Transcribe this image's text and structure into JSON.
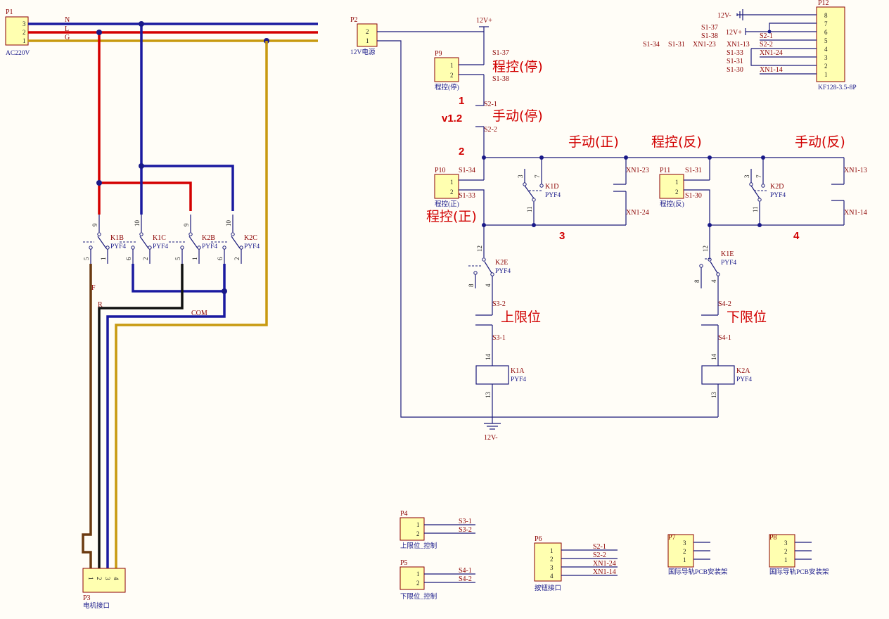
{
  "ac": {
    "p1": {
      "designator": "P1",
      "name": "AC220V",
      "pins": [
        "3",
        "2",
        "1"
      ]
    },
    "lines": {
      "n": "N",
      "l": "L",
      "g": "G"
    },
    "colors": {
      "n": "#1a1aa0",
      "l": "#d40000",
      "g": "#c89a10",
      "brown": "#6b3a10",
      "black": "#111111"
    },
    "relays": [
      {
        "name": "K1B",
        "type": "PYF4",
        "pins": [
          "9",
          "5",
          "1"
        ]
      },
      {
        "name": "K1C",
        "type": "PYF4",
        "pins": [
          "10",
          "6",
          "2"
        ]
      },
      {
        "name": "K2B",
        "type": "PYF4",
        "pins": [
          "9",
          "5",
          "1"
        ]
      },
      {
        "name": "K2C",
        "type": "PYF4",
        "pins": [
          "10",
          "6",
          "2"
        ]
      }
    ],
    "labels": {
      "f": "F",
      "r": "R",
      "com": "COM"
    },
    "p3": {
      "designator": "P3",
      "name": "电机接口",
      "pins": [
        "1",
        "2",
        "3",
        "4"
      ]
    }
  },
  "dc": {
    "p2": {
      "designator": "P2",
      "name": "12V电源",
      "pins": [
        "2",
        "1"
      ]
    },
    "vplus": "12V+",
    "vminus": "12V-",
    "p9": {
      "designator": "P9",
      "name": "程控(停)",
      "pins": [
        "1",
        "2"
      ],
      "net1": "S1-37",
      "net2": "S1-38"
    },
    "p10": {
      "designator": "P10",
      "name": "程控(正)",
      "pins": [
        "1",
        "2"
      ],
      "net1": "S1-34",
      "net2": "S1-33"
    },
    "p11": {
      "designator": "P11",
      "name": "程控(反)",
      "pins": [
        "1",
        "2"
      ],
      "net1": "S1-31",
      "net2": "S1-30"
    },
    "version": "v1.2",
    "annot": {
      "prog_stop": "程控(停)",
      "manual_stop": "手动(停)",
      "manual_fwd": "手动(正)",
      "prog_rev": "程控(反)",
      "manual_rev": "手动(反)",
      "prog_fwd": "程控(正)",
      "upper": "上限位",
      "lower": "下限位"
    },
    "nums": {
      "n1": "1",
      "n2": "2",
      "n3": "3",
      "n4": "4"
    },
    "nets": {
      "s21": "S2-1",
      "s22": "S2-2",
      "xn123": "XN1-23",
      "xn124": "XN1-24",
      "xn113": "XN1-13",
      "xn114": "XN1-14",
      "s32": "S3-2",
      "s31": "S3-1",
      "s42": "S4-2",
      "s41": "S4-1"
    },
    "k1d": {
      "name": "K1D",
      "type": "PYF4",
      "pins": [
        "3",
        "7",
        "11"
      ]
    },
    "k2d": {
      "name": "K2D",
      "type": "PYF4",
      "pins": [
        "3",
        "7",
        "11"
      ]
    },
    "k2e": {
      "name": "K2E",
      "type": "PYF4",
      "pins": [
        "12",
        "8",
        "4"
      ]
    },
    "k1e": {
      "name": "K1E",
      "type": "PYF4",
      "pins": [
        "12",
        "8",
        "4"
      ]
    },
    "k1a": {
      "name": "K1A",
      "type": "PYF4",
      "pins": [
        "14",
        "13"
      ]
    },
    "k2a": {
      "name": "K2A",
      "type": "PYF4",
      "pins": [
        "14",
        "13"
      ]
    }
  },
  "p12": {
    "designator": "P12",
    "name": "KF128-3.5-8P",
    "pins": [
      "8",
      "7",
      "6",
      "5",
      "4",
      "3",
      "2",
      "1"
    ],
    "supply": {
      "vminus": "12V-",
      "vplus": "12V+"
    },
    "nets_inside": [
      "S2-1",
      "S2-2",
      "XN1-24",
      "XN1-14"
    ],
    "left_labels": [
      "S1-37",
      "S1-38",
      "S1-34",
      "S1-31",
      "XN1-23",
      "XN1-13",
      "S1-33",
      "S1-31",
      "S1-30"
    ]
  },
  "connectors": {
    "p4": {
      "designator": "P4",
      "name": "上限位_控制",
      "pins": [
        "1",
        "2"
      ],
      "nets": [
        "S3-1",
        "S3-2"
      ]
    },
    "p5": {
      "designator": "P5",
      "name": "下限位_控制",
      "pins": [
        "1",
        "2"
      ],
      "nets": [
        "S4-1",
        "S4-2"
      ]
    },
    "p6": {
      "designator": "P6",
      "name": "按钮接口",
      "pins": [
        "1",
        "2",
        "3",
        "4"
      ],
      "nets": [
        "S2-1",
        "S2-2",
        "XN1-24",
        "XN1-14"
      ]
    },
    "p7": {
      "designator": "P7",
      "name": "国际导轨PCB安装架",
      "pins": [
        "3",
        "2",
        "1"
      ]
    },
    "p8": {
      "designator": "P8",
      "name": "国际导轨PCB安装架",
      "pins": [
        "3",
        "2",
        "1"
      ]
    }
  }
}
